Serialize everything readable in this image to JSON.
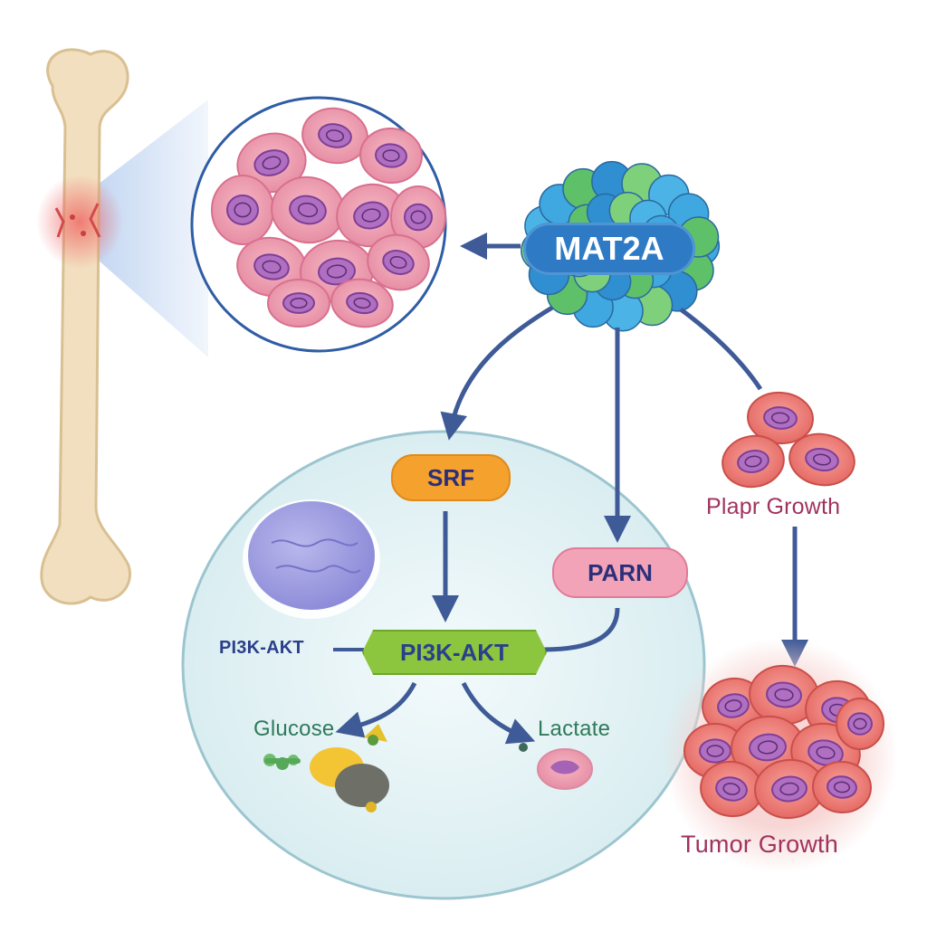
{
  "nodes": {
    "mat2a": "MAT2A",
    "srf": "SRF",
    "parn": "PARN",
    "pi3k_akt": "PI3K-AKT",
    "pi3k_akt_side": "PI3K-AKT",
    "glucose": "Glucose",
    "lactate": "Lactate"
  },
  "outcomes": {
    "intermediate": "Plapr Growth",
    "final": "Tumor Growth"
  },
  "colors": {
    "arrow": "#3e5a97",
    "mat2a_text": "#ffffff",
    "mat2a_pill": "#2e7ac4",
    "srf_pill": "#f4a12e",
    "srf_text": "#2b2f7a",
    "parn_pill": "#f2a3b8",
    "parn_text": "#2b2f7a",
    "pi3k_pill": "#8cc63f",
    "pi3k_text": "#2b3f8a",
    "metabolite_text": "#2f7a5a",
    "outcome_text": "#a0335e",
    "bone": "#f2dfbf",
    "tumor_spot": "#e86a6a",
    "cell_membrane": "#e2f1f4"
  },
  "icons": [
    "bone-illustration",
    "tumor-cells-zoom",
    "protein-cluster",
    "nucleus",
    "metabolite-capsule",
    "red-cell-cluster"
  ]
}
